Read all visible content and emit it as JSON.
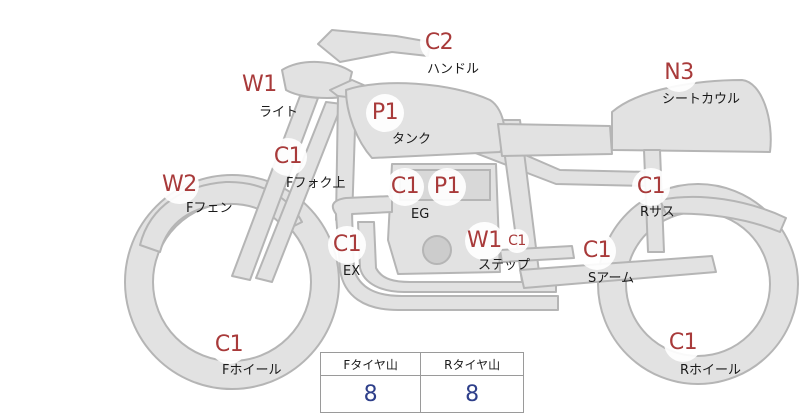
{
  "parts": [
    {
      "key": "handle",
      "marker": "C2",
      "label": "ハンドル"
    },
    {
      "key": "light",
      "marker": "W1",
      "label": "ライト"
    },
    {
      "key": "tank",
      "marker": "P1",
      "label": "タンク"
    },
    {
      "key": "seat_cowl",
      "marker": "N3",
      "label": "シートカウル"
    },
    {
      "key": "f_fork_upper",
      "marker": "C1",
      "label": "Fフォク上"
    },
    {
      "key": "f_fender",
      "marker": "W2",
      "label": "Fフェン"
    },
    {
      "key": "eg",
      "markers": [
        "C1",
        "P1"
      ],
      "label": "EG"
    },
    {
      "key": "r_suspension",
      "marker": "C1",
      "label": "Rサス"
    },
    {
      "key": "step",
      "markers": [
        "W1",
        "C1"
      ],
      "label": "ステップ"
    },
    {
      "key": "ex",
      "marker": "C1",
      "label": "EX"
    },
    {
      "key": "s_arm",
      "marker": "C1",
      "label": "Sアーム"
    },
    {
      "key": "f_wheel",
      "marker": "C1",
      "label": "Fホイール"
    },
    {
      "key": "r_wheel",
      "marker": "C1",
      "label": "Rホイール"
    }
  ],
  "tire_table": {
    "headers": [
      "Fタイヤ山",
      "Rタイヤ山"
    ],
    "values": [
      "8",
      "8"
    ]
  },
  "colors": {
    "marker_text": "#a83a3a",
    "value_text": "#2e3f8a",
    "bike_fill": "#e2e2e2",
    "bike_stroke": "#b5b5b5"
  }
}
